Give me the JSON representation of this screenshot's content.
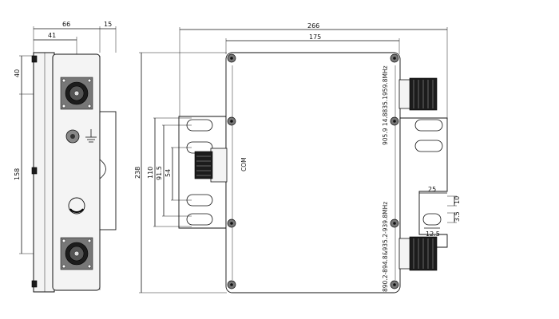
{
  "side_view": {
    "dims": {
      "overall_width": "66",
      "flange_depth": "15",
      "connector_offset": "41",
      "top_to_connector": "40",
      "connector_spacing": "158"
    }
  },
  "front_view": {
    "dims": {
      "overall_width": "266",
      "inner_width": "175",
      "overall_height": "238",
      "com_span": "110",
      "mount_span": "91.5",
      "slot_span": "54",
      "tab_width": "25",
      "tab_height": "10",
      "tab_hole": "12.5",
      "tab_offset": "3.5"
    },
    "labels": {
      "upper_band": "905.9 14.8835.1959.8MHz",
      "lower_band": "890.2-894.8&935.2-939.8MHz",
      "common_port": "COM"
    }
  }
}
